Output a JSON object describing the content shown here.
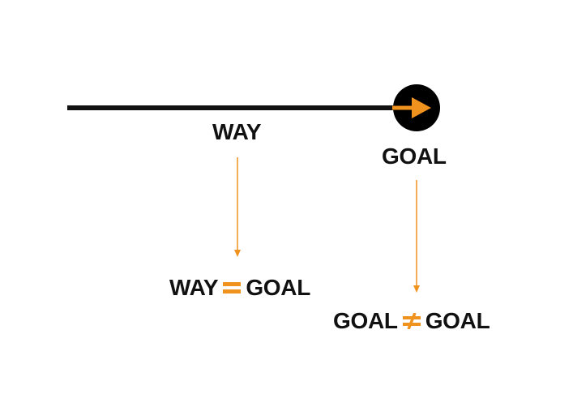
{
  "labels": {
    "way": "WAY",
    "goal": "GOAL"
  },
  "equation_equal": {
    "left": "WAY",
    "operator": "equals-sign-icon",
    "right": "GOAL"
  },
  "equation_not_equal": {
    "left": "GOAL",
    "operator": "not-equal-sign-icon",
    "right": "GOAL"
  },
  "colors": {
    "ink": "#111111",
    "accent": "#F0921E"
  }
}
